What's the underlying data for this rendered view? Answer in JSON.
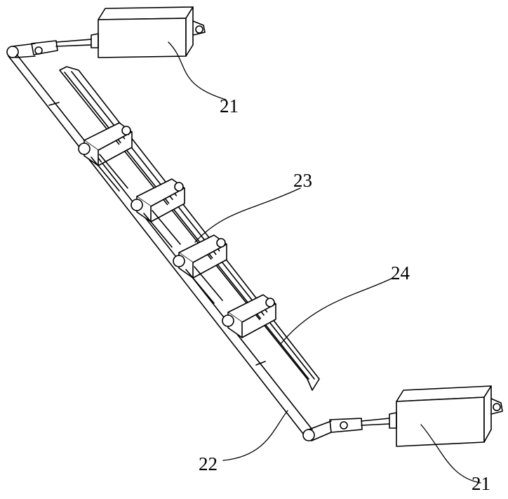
{
  "figure": {
    "labels": {
      "actuator_top": "21",
      "clamp": "23",
      "blade": "24",
      "rod": "22",
      "actuator_bottom": "21"
    }
  }
}
